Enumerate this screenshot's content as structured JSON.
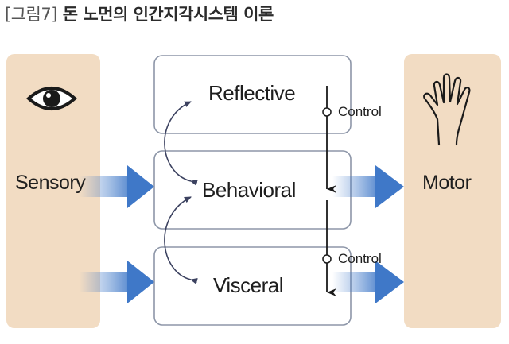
{
  "title": {
    "figure_label": "[그림7]",
    "text": "돈 노먼의 인간지각시스템 이론"
  },
  "panels": {
    "left": {
      "label": "Sensory",
      "icon": "eye-icon"
    },
    "right": {
      "label": "Motor",
      "icon": "hand-icon"
    }
  },
  "layers": [
    {
      "label": "Reflective"
    },
    {
      "label": "Behavioral"
    },
    {
      "label": "Visceral"
    }
  ],
  "control_labels": [
    "Control",
    "Control"
  ],
  "colors": {
    "panel": "#f2dcc3",
    "box_border": "#8d96a8",
    "arrow_blue": "#3f78c8",
    "curve": "#3c4260",
    "control_arrow": "#1a1a1a"
  }
}
